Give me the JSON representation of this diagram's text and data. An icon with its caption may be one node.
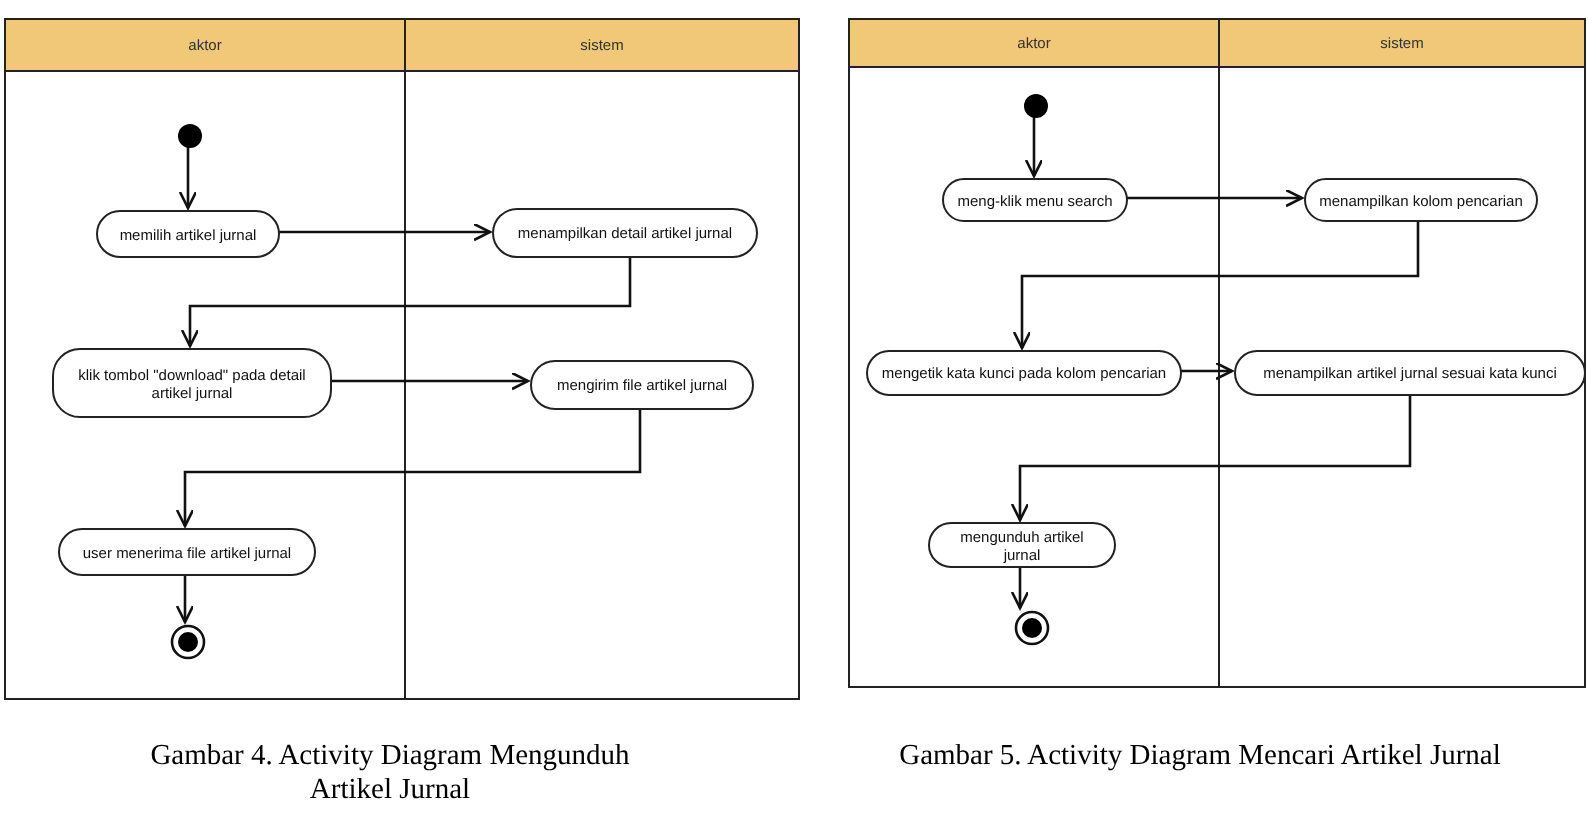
{
  "diagram": {
    "nodes": [
      {
        "text": [
          "aktor"
        ]
      },
      {
        "text": [
          "sistem"
        ]
      },
      {
        "text": [],
        "shape": "circle",
        "in": 0
      },
      {
        "text": [
          "memilih artikel jurnal"
        ],
        "in": 0
      },
      {
        "text": [
          "menampilkan detail artikel jurnal"
        ],
        "in": 1
      },
      {
        "text": [
          "klik tombol \"download\" pada detail artikel jurnal"
        ],
        "in": 0
      },
      {
        "text": [
          "mengirim file artikel jurnal"
        ],
        "in": 1
      },
      {
        "text": [
          "user menerima file artikel jurnal"
        ],
        "in": 0
      },
      {
        "text": [],
        "shape": "circle",
        "in": 0
      },
      {
        "text": [
          "aktor"
        ]
      },
      {
        "text": [
          "sistem"
        ]
      },
      {
        "text": [],
        "shape": "circle",
        "in": 9
      },
      {
        "text": [
          "meng-klik menu search"
        ],
        "in": 9
      },
      {
        "text": [
          "menampilkan kolom pencarian"
        ],
        "in": 10
      },
      {
        "text": [
          "mengetik kata kunci pada kolom pencarian"
        ],
        "in": 9
      },
      {
        "text": [
          "menampilkan artikel jurnal sesuai kata kunci"
        ],
        "in": 10
      },
      {
        "text": [
          "mengunduh artikel jurnal"
        ],
        "in": 9
      },
      {
        "text": [],
        "shape": "circle",
        "in": 9
      }
    ],
    "edges": [
      {
        "from": 2,
        "to": 3,
        "arrow": "to"
      },
      {
        "from": 3,
        "to": 4,
        "arrow": "to"
      },
      {
        "from": 4,
        "to": 5,
        "arrow": "to"
      },
      {
        "from": 5,
        "to": 6,
        "arrow": "to"
      },
      {
        "from": 6,
        "to": 7,
        "arrow": "to"
      },
      {
        "from": 7,
        "to": 8,
        "arrow": "to"
      },
      {
        "from": 11,
        "to": 12,
        "arrow": "to"
      },
      {
        "from": 12,
        "to": 13,
        "arrow": "to"
      },
      {
        "from": 13,
        "to": 14,
        "arrow": "to"
      },
      {
        "from": 14,
        "to": 15,
        "arrow": "to"
      },
      {
        "from": 15,
        "to": 16,
        "arrow": "to"
      },
      {
        "from": 16,
        "to": 17,
        "arrow": "to"
      }
    ],
    "labels": [
      "Gambar 4. Activity Diagram Mengunduh Artikel Jurnal",
      "Gambar 5. Activity Diagram Mencari Artikel Jurnal"
    ]
  }
}
